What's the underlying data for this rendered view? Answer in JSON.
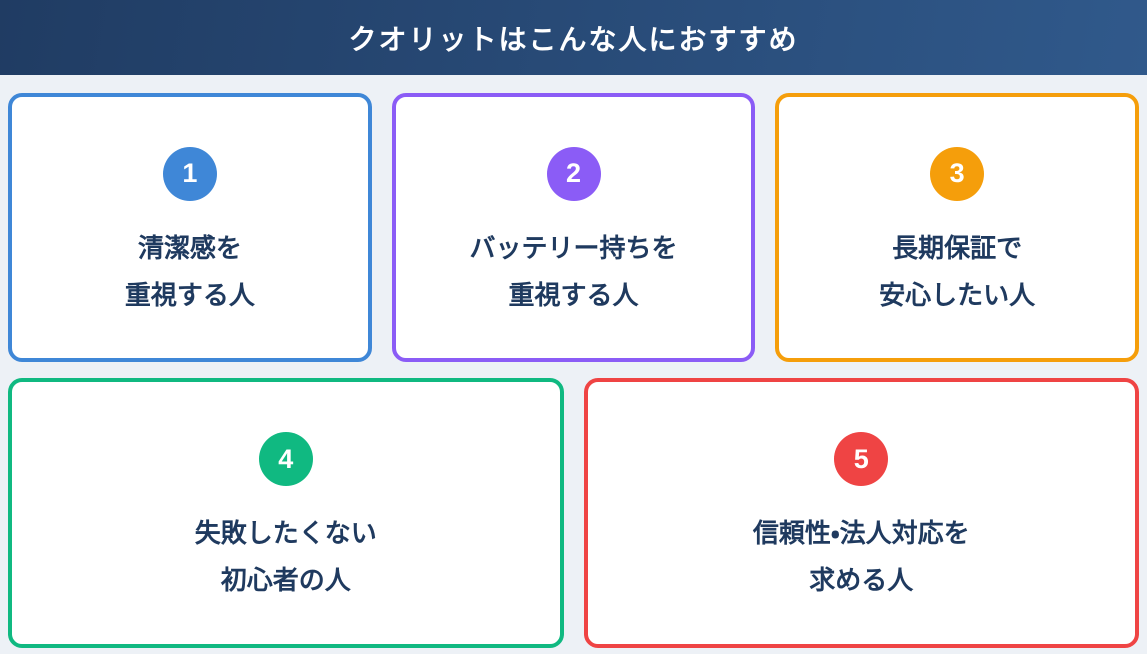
{
  "header": {
    "title": "クオリットはこんな人におすすめ"
  },
  "theme": {
    "page-bg": "#edf1f6",
    "header-from": "#203c63",
    "header-to": "#30598b",
    "title-color": "#ffffff",
    "card-bg": "#ffffff",
    "text-color": "#1f3a5f"
  },
  "cards": [
    {
      "number": "1",
      "line1": "清潔感を",
      "line2": "重視する人",
      "accent": "#3f87d7"
    },
    {
      "number": "2",
      "line1": "バッテリー持ちを",
      "line2": "重視する人",
      "accent": "#8b5cf6"
    },
    {
      "number": "3",
      "line1": "長期保証で",
      "line2": "安心したい人",
      "accent": "#f59e0b"
    },
    {
      "number": "4",
      "line1": "失敗したくない",
      "line2": "初心者の人",
      "accent": "#10b981"
    },
    {
      "number": "5",
      "line1": "信頼性・法人対応を",
      "line2": "求める人",
      "accent": "#ef4444"
    }
  ]
}
